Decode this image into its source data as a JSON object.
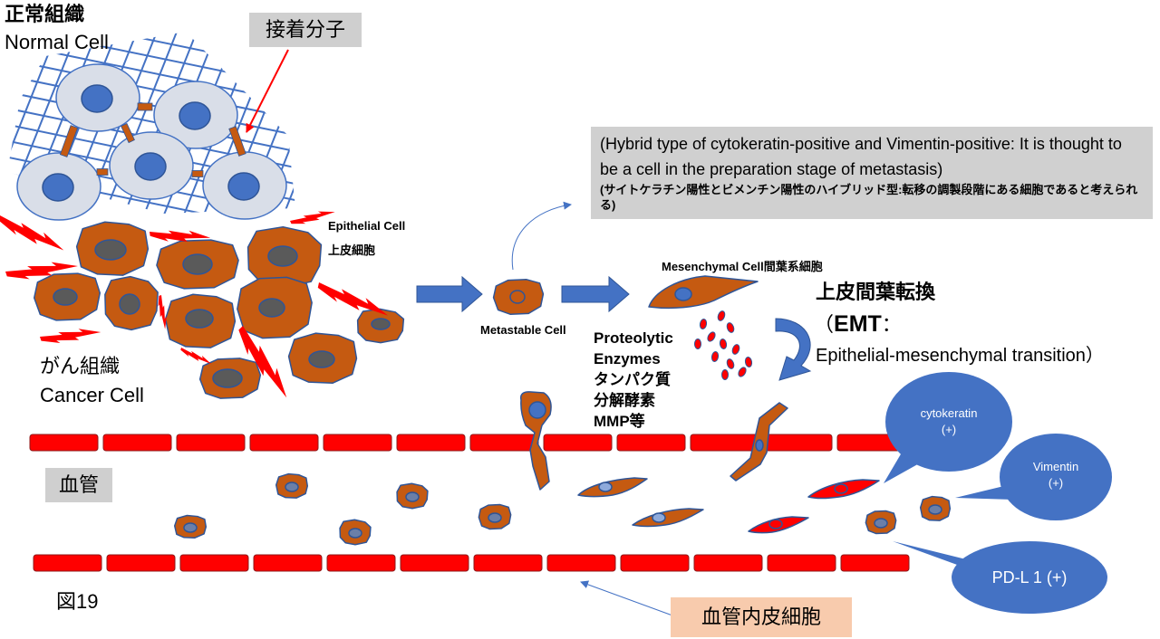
{
  "figure_label": "図19",
  "normal_tissue": {
    "title_ja": "正常組織",
    "title_en": "Normal Cell"
  },
  "adhesion_molecule_label": "接着分子",
  "epithelial_cell": {
    "label_en": "Epithelial Cell",
    "label_ja": "上皮細胞"
  },
  "cancer_tissue": {
    "title_ja": "がん組織",
    "title_en": "Cancer Cell"
  },
  "metastable_cell_label": "Metastable Cell",
  "hybrid_note": {
    "en": "(Hybrid type of cytokeratin-positive and Vimentin-positive: It is thought to be a cell in the preparation stage of metastasis)",
    "ja": "(サイトケラチン陽性とビメンチン陽性のハイブリッド型:転移の調製段階にある細胞であると考えられる)"
  },
  "mesenchymal_cell_label": "Mesenchymal Cell間葉系細胞",
  "enzymes": {
    "lines": [
      "Proteolytic",
      "Enzymes",
      "タンパク質",
      "分解酵素",
      "MMP等"
    ]
  },
  "emt": {
    "title_ja": "上皮間葉転換",
    "open_paren": "（",
    "abbr": "EMT",
    "colon": "：",
    "full": "Epithelial-mesenchymal transition）"
  },
  "blood_vessel_label": "血管",
  "endothelial_label": "血管内皮細胞",
  "markers": [
    {
      "name": "cytokeratin",
      "status": "(+)"
    },
    {
      "name": "Vimentin",
      "status": "(+)"
    },
    {
      "name": "PD-L 1 (+)"
    }
  ],
  "colors": {
    "grid": "#4472c4",
    "normal_cell_fill": "#d9dee8",
    "normal_cell_outline": "#4472c4",
    "nucleus_blue": "#4472c4",
    "outline_blue": "#2f5597",
    "cancer_cell_fill": "#c55a11",
    "cancer_nucleus": "#5a5a5a",
    "lightning_red": "#ff0000",
    "vessel_red": "#ff0000",
    "vessel_outline": "#8c1a1a",
    "arrow_blue": "#4472c4",
    "label_gray": "#cfcfcf",
    "note_gray": "#d0d0d0",
    "endothelial_label_bg": "#f8cbad",
    "bubble_blue": "#4472c4",
    "red_cell": "#ff0000",
    "spindle_nucleus": "#8eaadb",
    "vessel_cell_nucleus": "#6b7fa8"
  }
}
